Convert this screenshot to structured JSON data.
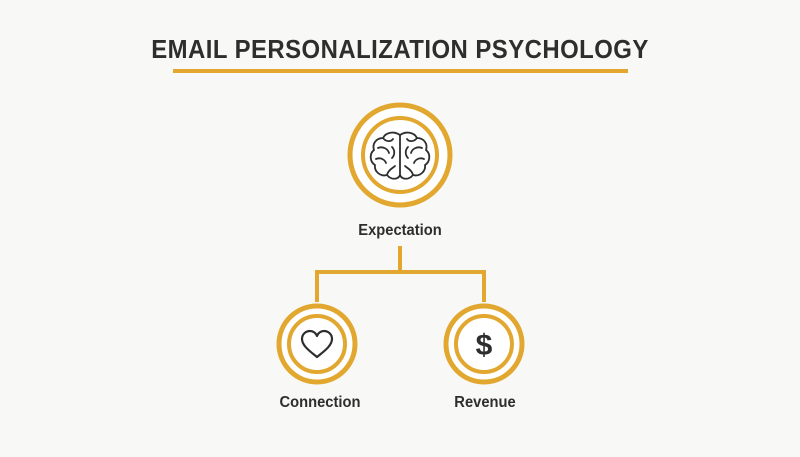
{
  "title": "EMAIL PERSONALIZATION PSYCHOLOGY",
  "colors": {
    "accent": "#e2a72e",
    "text": "#2e2e2e",
    "background": "#f8f8f6"
  },
  "nodes": {
    "top": {
      "label": "Expectation",
      "icon": "brain-icon"
    },
    "left": {
      "label": "Connection",
      "icon": "heart-icon"
    },
    "right": {
      "label": "Revenue",
      "icon": "dollar-icon"
    }
  }
}
